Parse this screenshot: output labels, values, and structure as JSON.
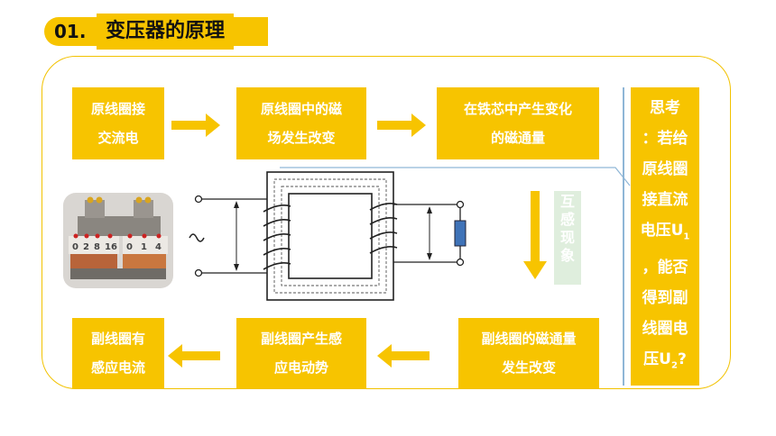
{
  "title": {
    "number": "01.",
    "text": "变压器的原理"
  },
  "flow": {
    "step1": [
      "原线圈接",
      "交流电"
    ],
    "step2": [
      "原线圈中的磁",
      "场发生改变"
    ],
    "step3": [
      "在铁芯中产生变化",
      "的磁通量"
    ],
    "step4": [
      "副线圈的磁通量",
      "发生改变"
    ],
    "step5": [
      "副线圈产生感",
      "应电动势"
    ],
    "step6": [
      "副线圈有",
      "感应电流"
    ]
  },
  "mutual_label": [
    "互",
    "感",
    "现",
    "象"
  ],
  "photo_digits": [
    "0",
    "2",
    "8",
    "16",
    "0",
    "1",
    "4"
  ],
  "think": {
    "lines": [
      "思考",
      "：若给",
      "原线圈",
      "接直流",
      "电压U",
      "，能否",
      "得到副",
      "线圈电",
      "压U"
    ],
    "sub1": "1",
    "sub2": "2",
    "end": "?"
  },
  "colors": {
    "accent": "#f7c400",
    "frame": "#f2c200",
    "separator": "#8fb6d6",
    "mutual_bg": "#dfeedd"
  }
}
